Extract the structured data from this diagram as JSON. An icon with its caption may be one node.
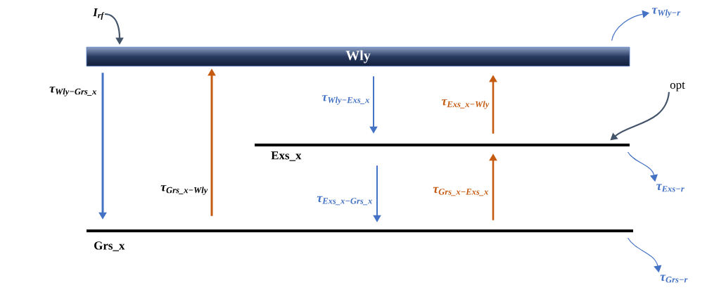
{
  "diagram": {
    "nodes": [
      {
        "text": [
          "Wly"
        ]
      },
      {
        "text": [
          "Exs_x"
        ]
      },
      {
        "text": [
          "Grs_x"
        ]
      },
      {
        "text": [
          "I$_{rf}$"
        ]
      },
      {
        "text": [
          "opt"
        ]
      },
      {
        "text": [
          "τ$_{Wly−r}$"
        ]
      },
      {
        "text": [
          "τ$_{Exs−r}$"
        ]
      },
      {
        "text": [
          "τ$_{Grs−r}$"
        ]
      }
    ],
    "edges": [
      {
        "from": 3,
        "to": 0,
        "arrow": "to",
        "color": "#44546a"
      },
      {
        "from": 0,
        "to": 5,
        "arrow": "to"
      },
      {
        "from": 4,
        "to": 1,
        "arrow": "to",
        "color": "#44546a"
      },
      {
        "from": 1,
        "to": 6,
        "arrow": "to"
      },
      {
        "from": 2,
        "to": 7,
        "arrow": "to"
      },
      {
        "from": 0,
        "to": 2,
        "arrow": "to",
        "label": "τ$_{Wly−Grs_x}$"
      },
      {
        "from": 2,
        "to": 0,
        "arrow": "to",
        "label": "τ$_{Grs_x−Wly}$",
        "color": "#c55a11"
      },
      {
        "from": 0,
        "to": 1,
        "arrow": "to",
        "label": "τ$_{Wly−Exs_x}$"
      },
      {
        "from": 1,
        "to": 0,
        "arrow": "to",
        "label": "τ$_{Exs_x−Wly}$",
        "color": "#c55a11"
      },
      {
        "from": 1,
        "to": 2,
        "arrow": "to",
        "label": "τ$_{Exs_x−Grs_x}$"
      },
      {
        "from": 2,
        "to": 1,
        "arrow": "to",
        "label": "τ$_{Grs_x−Exs_x}$",
        "color": "#c55a11"
      }
    ]
  }
}
